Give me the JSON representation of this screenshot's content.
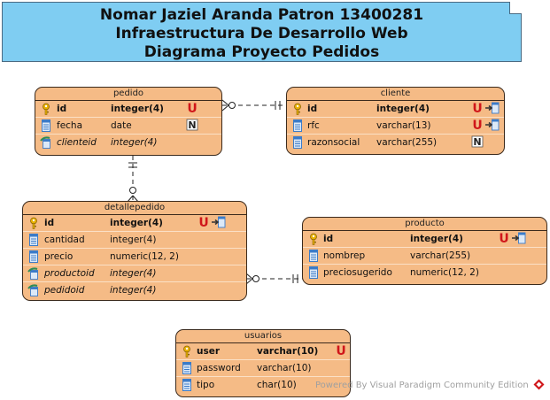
{
  "note": {
    "lines": [
      "Nomar Jaziel Aranda Patron 13400281",
      "Infraestructura De Desarrollo Web",
      "Diagrama Proyecto Pedidos"
    ]
  },
  "entities": {
    "pedido": {
      "title": "pedido",
      "columns": [
        {
          "name": "id",
          "type": "integer(4)",
          "kind": "pk",
          "flags": [
            "U"
          ]
        },
        {
          "name": "fecha",
          "type": "date",
          "kind": "col",
          "flags": [
            "N"
          ]
        },
        {
          "name": "clienteid",
          "type": "integer(4)",
          "kind": "fk",
          "flags": []
        }
      ]
    },
    "cliente": {
      "title": "cliente",
      "columns": [
        {
          "name": "id",
          "type": "integer(4)",
          "kind": "pk",
          "flags": [
            "U",
            "IDX"
          ]
        },
        {
          "name": "rfc",
          "type": "varchar(13)",
          "kind": "col",
          "flags": [
            "U",
            "IDX"
          ]
        },
        {
          "name": "razonsocial",
          "type": "varchar(255)",
          "kind": "col",
          "flags": [
            "N"
          ]
        }
      ]
    },
    "detallepedido": {
      "title": "detallepedido",
      "columns": [
        {
          "name": "id",
          "type": "integer(4)",
          "kind": "pk",
          "flags": [
            "U",
            "IDX"
          ]
        },
        {
          "name": "cantidad",
          "type": "integer(4)",
          "kind": "col",
          "flags": []
        },
        {
          "name": "precio",
          "type": "numeric(12, 2)",
          "kind": "col",
          "flags": []
        },
        {
          "name": "productoid",
          "type": "integer(4)",
          "kind": "fk",
          "flags": []
        },
        {
          "name": "pedidoid",
          "type": "integer(4)",
          "kind": "fk",
          "flags": []
        }
      ]
    },
    "producto": {
      "title": "producto",
      "columns": [
        {
          "name": "id",
          "type": "integer(4)",
          "kind": "pk",
          "flags": [
            "U",
            "IDX"
          ]
        },
        {
          "name": "nombrep",
          "type": "varchar(255)",
          "kind": "col",
          "flags": []
        },
        {
          "name": "preciosugerido",
          "type": "numeric(12, 2)",
          "kind": "col",
          "flags": []
        }
      ]
    },
    "usuarios": {
      "title": "usuarios",
      "columns": [
        {
          "name": "user",
          "type": "varchar(10)",
          "kind": "pk",
          "flags": [
            "U"
          ]
        },
        {
          "name": "password",
          "type": "varchar(10)",
          "kind": "col",
          "flags": []
        },
        {
          "name": "tipo",
          "type": "char(10)",
          "kind": "col",
          "flags": []
        }
      ]
    }
  },
  "relationships": [
    {
      "from": "pedido",
      "to": "cliente",
      "from_end": "zero-or-many",
      "to_end": "one"
    },
    {
      "from": "detallepedido",
      "to": "pedido",
      "from_end": "zero-or-many",
      "to_end": "one"
    },
    {
      "from": "detallepedido",
      "to": "producto",
      "from_end": "zero-or-many",
      "to_end": "one"
    }
  ],
  "watermark": "Powered By Visual Paradigm Community Edition",
  "colors": {
    "note_fill": "#7fcdf2",
    "entity_fill": "#f5bb86",
    "entity_border": "#3b2a1c",
    "unique_flag": "#d0161a",
    "key_icon": "#e8b000",
    "column_icon": "#3b7bc8",
    "fk_icon": "#2e8b57"
  }
}
